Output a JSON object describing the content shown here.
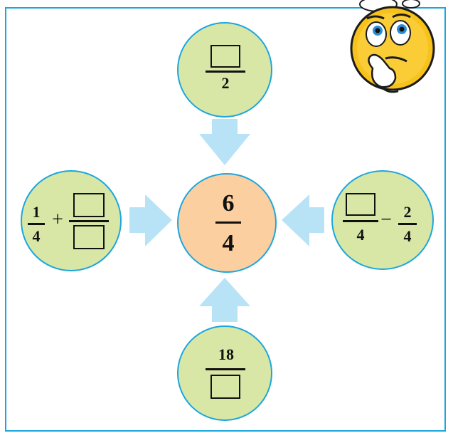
{
  "center": {
    "numerator": "6",
    "denominator": "4"
  },
  "top": {
    "denominator": "2"
  },
  "left": {
    "first_numerator": "1",
    "first_denominator": "4",
    "operator": "+"
  },
  "right": {
    "first_denominator": "4",
    "operator": "−",
    "second_numerator": "2",
    "second_denominator": "4"
  },
  "bottom": {
    "numerator": "18"
  },
  "colors": {
    "outer_circle_fill": "#d9e7a6",
    "center_circle_fill": "#fccfa0",
    "border_blue": "#1ba6df",
    "arrow_blue": "#b8e3f7",
    "smiley_yellow": "#f7c21b"
  },
  "icons": [
    "arrow-down-icon",
    "arrow-right-icon",
    "arrow-left-icon",
    "arrow-up-icon",
    "thinking-smiley-icon"
  ]
}
